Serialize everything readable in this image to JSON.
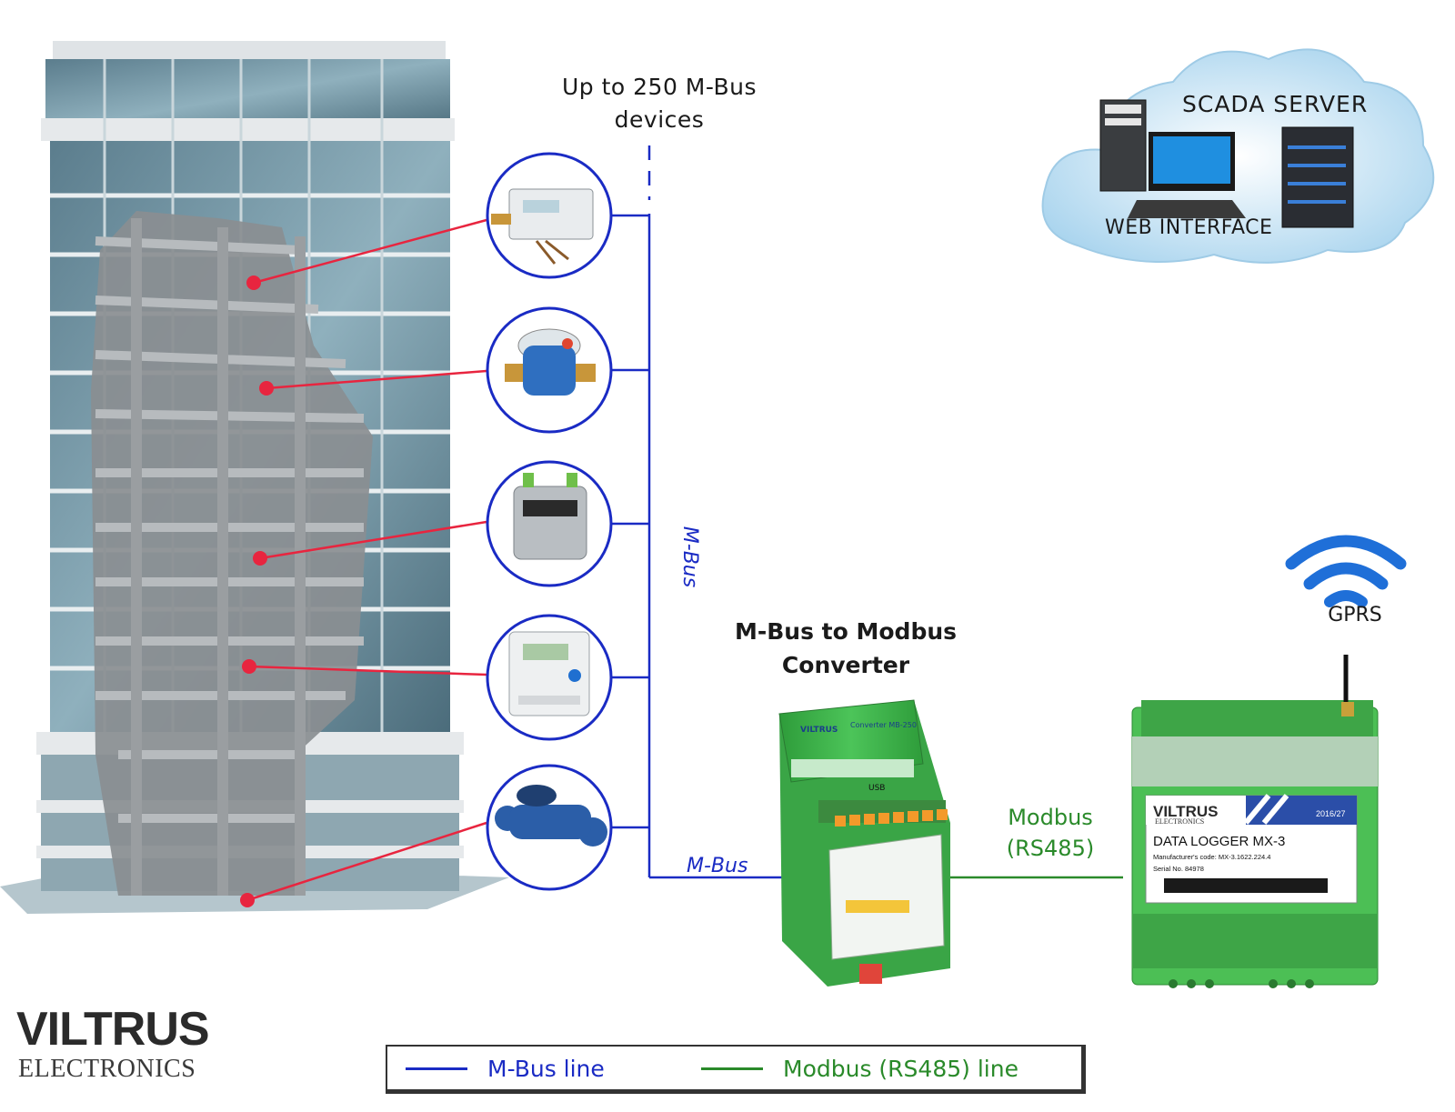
{
  "labels": {
    "devices_line1": "Up to 250 M-Bus",
    "devices_line2": "devices",
    "converter_line1": "M-Bus to Modbus",
    "converter_line2": "Converter",
    "modbus_line1": "Modbus",
    "modbus_line2": "(RS485)",
    "gprs": "GPRS",
    "scada_server": "SCADA  SERVER",
    "web_interface": "WEB INTERFACE",
    "mbus_vertical": "M-Bus",
    "mbus_horizontal": "M-Bus"
  },
  "converter_device": {
    "brand": "VILTRUS",
    "name": "Converter MB-250",
    "usb": "USB"
  },
  "logger_device": {
    "brand": "VILTRUS",
    "brand_sub": "ELECTRONICS",
    "batch": "2016/27",
    "title": "DATA LOGGER MX-3",
    "mfr_code": "Manufacturer's code: MX-3.1622.224.4",
    "serial": "Serial No. 84978"
  },
  "logo": {
    "main": "VILTRUS",
    "sub": "ELECTRONICS"
  },
  "legend": {
    "mbus_label": "M-Bus line",
    "modbus_label": "Modbus (RS485) line"
  },
  "colors": {
    "mbus_line": "#1a2bc4",
    "modbus_line": "#2a8a2a",
    "pointer": "#e8253f",
    "device_green": "#3fb24a",
    "cloud": "#bfe0f4"
  }
}
